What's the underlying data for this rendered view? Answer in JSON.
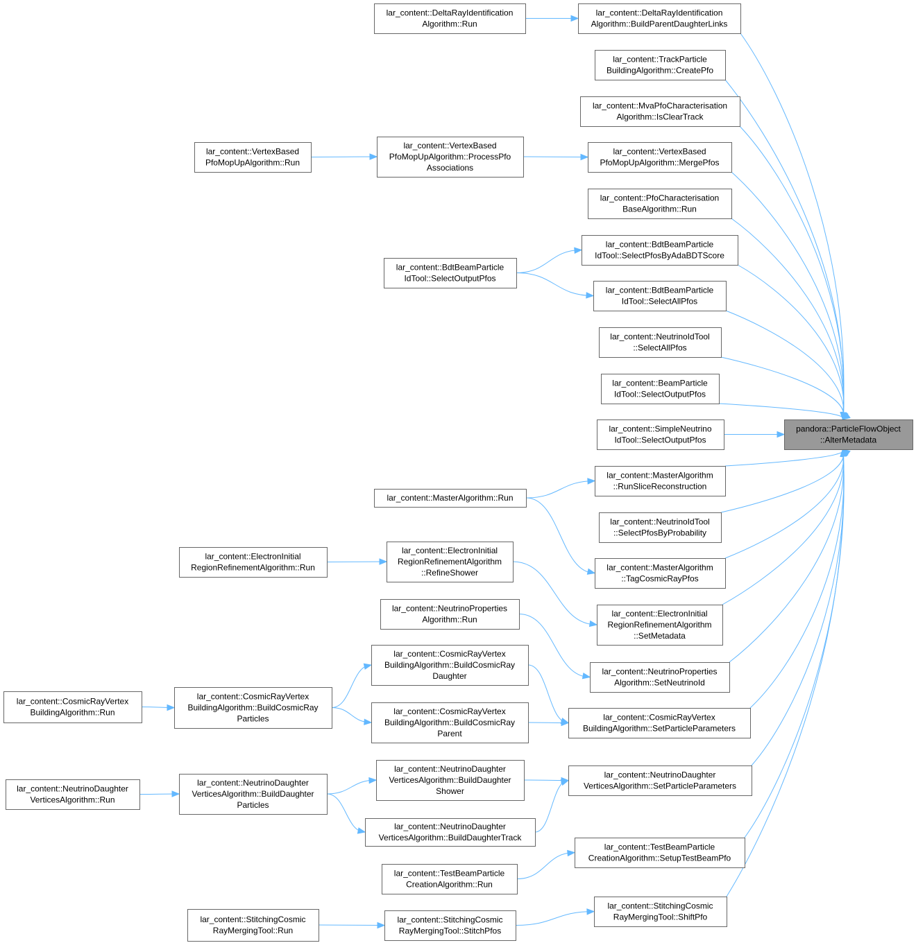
{
  "colors": {
    "edge": "#63b8ff",
    "node_border": "#666666",
    "node_fill": "#ffffff",
    "root_fill": "#999999"
  },
  "nodes": [
    {
      "id": "root",
      "lines": [
        "pandora::ParticleFlowObject",
        "::AlterMetadata"
      ],
      "root": true
    },
    {
      "id": "drBuild",
      "lines": [
        "lar_content::DeltaRayIdentification",
        "Algorithm::BuildParentDaughterLinks"
      ]
    },
    {
      "id": "drRun",
      "lines": [
        "lar_content::DeltaRayIdentification",
        "Algorithm::Run"
      ]
    },
    {
      "id": "tpCreate",
      "lines": [
        "lar_content::TrackParticle",
        "BuildingAlgorithm::CreatePfo"
      ]
    },
    {
      "id": "mvaClear",
      "lines": [
        "lar_content::MvaPfoCharacterisation",
        "Algorithm::IsClearTrack"
      ]
    },
    {
      "id": "vbMerge",
      "lines": [
        "lar_content::VertexBased",
        "PfoMopUpAlgorithm::MergePfos"
      ]
    },
    {
      "id": "vbProcess",
      "lines": [
        "lar_content::VertexBased",
        "PfoMopUpAlgorithm::ProcessPfo",
        "Associations"
      ]
    },
    {
      "id": "vbRun",
      "lines": [
        "lar_content::VertexBased",
        "PfoMopUpAlgorithm::Run"
      ]
    },
    {
      "id": "pfoCharRun",
      "lines": [
        "lar_content::PfoCharacterisation",
        "BaseAlgorithm::Run"
      ]
    },
    {
      "id": "bdtAda",
      "lines": [
        "lar_content::BdtBeamParticle",
        "IdTool::SelectPfosByAdaBDTScore"
      ]
    },
    {
      "id": "bdtSelOut",
      "lines": [
        "lar_content::BdtBeamParticle",
        "IdTool::SelectOutputPfos"
      ]
    },
    {
      "id": "bdtSelAll",
      "lines": [
        "lar_content::BdtBeamParticle",
        "IdTool::SelectAllPfos"
      ]
    },
    {
      "id": "nuSelAll",
      "lines": [
        "lar_content::NeutrinoIdTool",
        "::SelectAllPfos"
      ]
    },
    {
      "id": "beamSelOut",
      "lines": [
        "lar_content::BeamParticle",
        "IdTool::SelectOutputPfos"
      ]
    },
    {
      "id": "simpleNuSel",
      "lines": [
        "lar_content::SimpleNeutrino",
        "IdTool::SelectOutputPfos"
      ]
    },
    {
      "id": "masterSlice",
      "lines": [
        "lar_content::MasterAlgorithm",
        "::RunSliceReconstruction"
      ]
    },
    {
      "id": "masterRun",
      "lines": [
        "lar_content::MasterAlgorithm::Run"
      ]
    },
    {
      "id": "nuSelProb",
      "lines": [
        "lar_content::NeutrinoIdTool",
        "::SelectPfosByProbability"
      ]
    },
    {
      "id": "masterTag",
      "lines": [
        "lar_content::MasterAlgorithm",
        "::TagCosmicRayPfos"
      ]
    },
    {
      "id": "eiRefine",
      "lines": [
        "lar_content::ElectronInitial",
        "RegionRefinementAlgorithm",
        "::RefineShower"
      ]
    },
    {
      "id": "eiRun",
      "lines": [
        "lar_content::ElectronInitial",
        "RegionRefinementAlgorithm::Run"
      ]
    },
    {
      "id": "eiSetMeta",
      "lines": [
        "lar_content::ElectronInitial",
        "RegionRefinementAlgorithm",
        "::SetMetadata"
      ]
    },
    {
      "id": "npRun",
      "lines": [
        "lar_content::NeutrinoProperties",
        "Algorithm::Run"
      ]
    },
    {
      "id": "npSetNu",
      "lines": [
        "lar_content::NeutrinoProperties",
        "Algorithm::SetNeutrinoId"
      ]
    },
    {
      "id": "crBuildDaughter",
      "lines": [
        "lar_content::CosmicRayVertex",
        "BuildingAlgorithm::BuildCosmicRay",
        "Daughter"
      ]
    },
    {
      "id": "crRun",
      "lines": [
        "lar_content::CosmicRayVertex",
        "BuildingAlgorithm::Run"
      ]
    },
    {
      "id": "crBuildParticles",
      "lines": [
        "lar_content::CosmicRayVertex",
        "BuildingAlgorithm::BuildCosmicRay",
        "Particles"
      ]
    },
    {
      "id": "crBuildParent",
      "lines": [
        "lar_content::CosmicRayVertex",
        "BuildingAlgorithm::BuildCosmicRay",
        "Parent"
      ]
    },
    {
      "id": "crSetParams",
      "lines": [
        "lar_content::CosmicRayVertex",
        "BuildingAlgorithm::SetParticleParameters"
      ]
    },
    {
      "id": "ndBuildShower",
      "lines": [
        "lar_content::NeutrinoDaughter",
        "VerticesAlgorithm::BuildDaughter",
        "Shower"
      ]
    },
    {
      "id": "ndSetParams",
      "lines": [
        "lar_content::NeutrinoDaughter",
        "VerticesAlgorithm::SetParticleParameters"
      ]
    },
    {
      "id": "ndRun",
      "lines": [
        "lar_content::NeutrinoDaughter",
        "VerticesAlgorithm::Run"
      ]
    },
    {
      "id": "ndBuildParticles",
      "lines": [
        "lar_content::NeutrinoDaughter",
        "VerticesAlgorithm::BuildDaughter",
        "Particles"
      ]
    },
    {
      "id": "ndBuildTrack",
      "lines": [
        "lar_content::NeutrinoDaughter",
        "VerticesAlgorithm::BuildDaughterTrack"
      ]
    },
    {
      "id": "tbSetup",
      "lines": [
        "lar_content::TestBeamParticle",
        "CreationAlgorithm::SetupTestBeamPfo"
      ]
    },
    {
      "id": "tbRun",
      "lines": [
        "lar_content::TestBeamParticle",
        "CreationAlgorithm::Run"
      ]
    },
    {
      "id": "scShift",
      "lines": [
        "lar_content::StitchingCosmic",
        "RayMergingTool::ShiftPfo"
      ]
    },
    {
      "id": "scRun",
      "lines": [
        "lar_content::StitchingCosmic",
        "RayMergingTool::Run"
      ]
    },
    {
      "id": "scStitch",
      "lines": [
        "lar_content::StitchingCosmic",
        "RayMergingTool::StitchPfos"
      ]
    }
  ],
  "edges": [
    [
      "drRun",
      "drBuild"
    ],
    [
      "vbRun",
      "vbProcess"
    ],
    [
      "vbProcess",
      "vbMerge"
    ],
    [
      "bdtSelOut",
      "bdtAda"
    ],
    [
      "bdtSelOut",
      "bdtSelAll"
    ],
    [
      "masterRun",
      "masterSlice"
    ],
    [
      "masterRun",
      "masterTag"
    ],
    [
      "eiRun",
      "eiRefine"
    ],
    [
      "eiRefine",
      "eiSetMeta"
    ],
    [
      "npRun",
      "npSetNu"
    ],
    [
      "crBuildParticles",
      "crBuildDaughter"
    ],
    [
      "crRun",
      "crBuildParticles"
    ],
    [
      "crBuildParticles",
      "crBuildParent"
    ],
    [
      "crBuildDaughter",
      "crSetParams"
    ],
    [
      "crBuildParent",
      "crSetParams"
    ],
    [
      "ndBuildShower",
      "ndSetParams"
    ],
    [
      "ndBuildTrack",
      "ndSetParams"
    ],
    [
      "ndRun",
      "ndBuildParticles"
    ],
    [
      "ndBuildParticles",
      "ndBuildShower"
    ],
    [
      "ndBuildParticles",
      "ndBuildTrack"
    ],
    [
      "tbRun",
      "tbSetup"
    ],
    [
      "scRun",
      "scStitch"
    ],
    [
      "scStitch",
      "scShift"
    ],
    [
      "drBuild",
      "root"
    ],
    [
      "tpCreate",
      "root"
    ],
    [
      "mvaClear",
      "root"
    ],
    [
      "vbMerge",
      "root"
    ],
    [
      "pfoCharRun",
      "root"
    ],
    [
      "bdtAda",
      "root"
    ],
    [
      "bdtSelAll",
      "root"
    ],
    [
      "nuSelAll",
      "root"
    ],
    [
      "beamSelOut",
      "root"
    ],
    [
      "simpleNuSel",
      "root"
    ],
    [
      "masterSlice",
      "root"
    ],
    [
      "nuSelProb",
      "root"
    ],
    [
      "masterTag",
      "root"
    ],
    [
      "eiSetMeta",
      "root"
    ],
    [
      "npSetNu",
      "root"
    ],
    [
      "crSetParams",
      "root"
    ],
    [
      "ndSetParams",
      "root"
    ],
    [
      "tbSetup",
      "root"
    ],
    [
      "scShift",
      "root"
    ]
  ]
}
